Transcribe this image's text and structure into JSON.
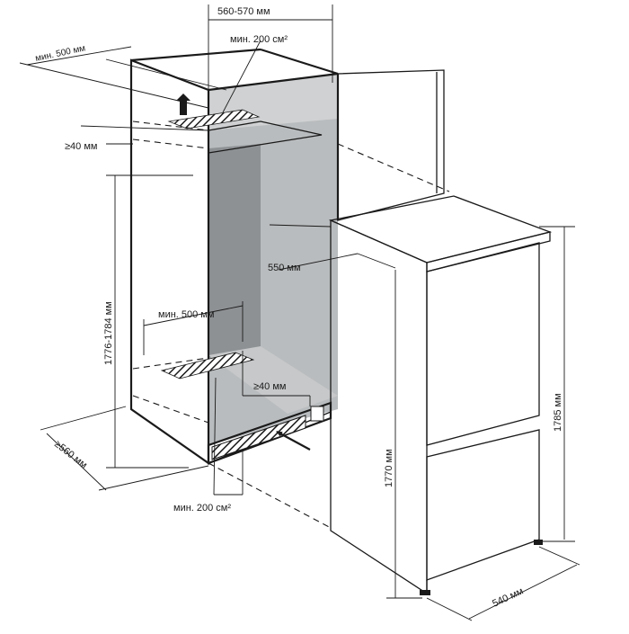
{
  "labels": {
    "niche_width": "560-570 мм",
    "vent_top_min": "мин. 200 см²",
    "top_depth_min": "мин. 500 мм",
    "top_gap": "≥40 мм",
    "niche_height": "1776-1784 мм",
    "door_clearance": "550 мм",
    "bottom_depth_min": "мин. 500 мм",
    "bottom_gap": "≥40 мм",
    "niche_depth": "≥560 мм",
    "vent_bottom_min": "мин. 200 см²",
    "fridge_height_inner": "1770 мм",
    "fridge_height_outer": "1785 мм",
    "fridge_depth": "540 мм"
  },
  "colors": {
    "line": "#1a1a1a",
    "niche_gray": "#b9bcbe",
    "niche_dark": "#8e9194",
    "back_light": "#d4d6d7",
    "white": "#ffffff"
  }
}
